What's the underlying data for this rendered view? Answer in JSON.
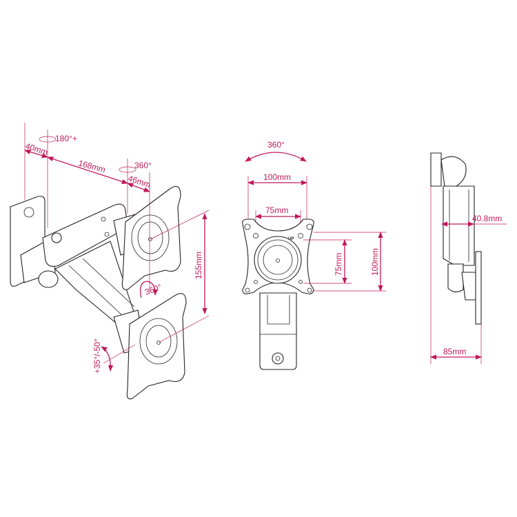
{
  "accent_color": "#c0185a",
  "side_view_left": {
    "swivel_wall": "180°+",
    "dim_wall_offset": "40mm",
    "dim_arm_length": "168mm",
    "swivel_head": "360°",
    "dim_head_offset": "46mm",
    "dim_height_adjust": "155mm",
    "rotation": "360°",
    "tilt": "+35°/-50°"
  },
  "front_view": {
    "rotation": "360°",
    "vesa_width_100": "100mm",
    "vesa_width_75": "75mm",
    "vesa_height_75": "75mm",
    "vesa_height_100": "100mm",
    "up_marker": "UP"
  },
  "profile_view": {
    "dim_depth_folded": "40.8mm",
    "dim_depth_total": "85mm"
  }
}
